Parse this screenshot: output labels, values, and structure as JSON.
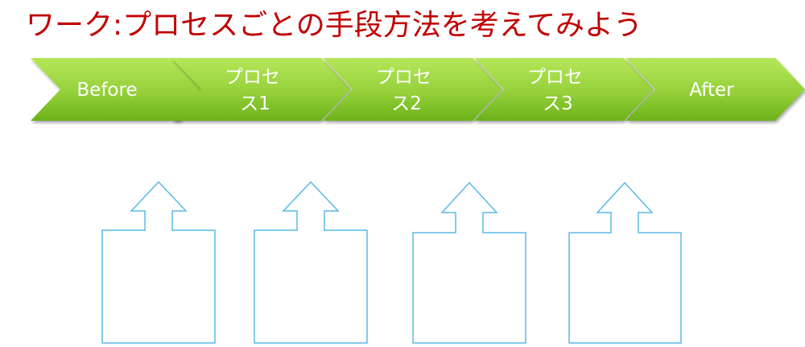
{
  "title": "ワーク:プロセスごとの手段方法を考えてみよう",
  "colors": {
    "title": "#c00000",
    "chevron_light": "#a8dd4a",
    "chevron_dark": "#6cb21a",
    "box_stroke": "#5bb8e6"
  },
  "process_flow": {
    "steps": [
      {
        "lines": [
          "Before"
        ]
      },
      {
        "lines": [
          "プロセ",
          "ス1"
        ]
      },
      {
        "lines": [
          "プロセ",
          "ス2"
        ]
      },
      {
        "lines": [
          "プロセ",
          "ス3"
        ]
      },
      {
        "lines": [
          "After"
        ]
      }
    ]
  },
  "input_boxes": {
    "count": 4,
    "icon": "up-arrow-box-icon"
  }
}
